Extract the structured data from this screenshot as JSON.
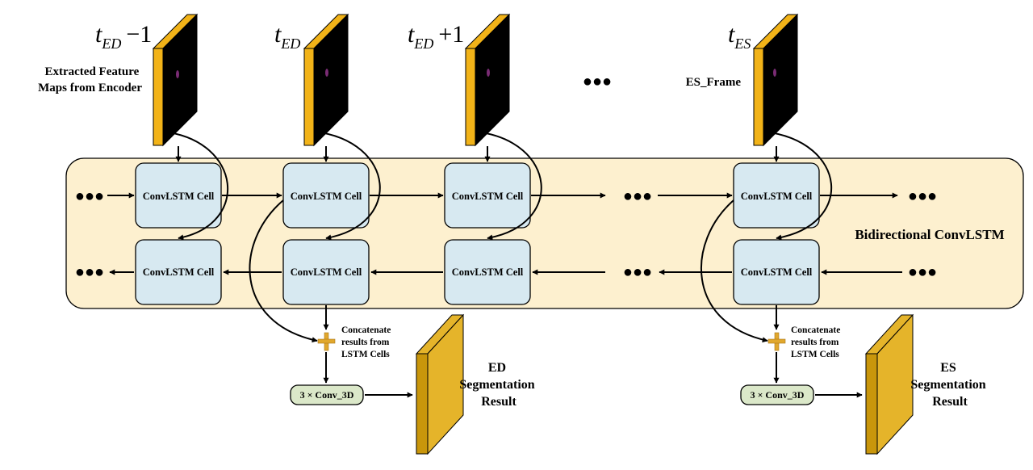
{
  "time_labels": {
    "ed_minus_1": {
      "base": "t",
      "sub": "ED",
      "suffix": "−1"
    },
    "ed": {
      "base": "t",
      "sub": "ED",
      "suffix": ""
    },
    "ed_plus_1": {
      "base": "t",
      "sub": "ED",
      "suffix": "+1"
    },
    "es": {
      "base": "t",
      "sub": "ES",
      "suffix": ""
    }
  },
  "feature_label": {
    "line1": "Extracted Feature",
    "line2": "Maps from Encoder"
  },
  "es_frame_label": "ES_Frame",
  "ellipsis": "●●●",
  "cell_label": "ConvLSTM Cell",
  "bidirectional_label": "Bidirectional ConvLSTM",
  "concat_label": {
    "line1": "Concatenate",
    "line2": "results from",
    "line3": "LSTM Cells"
  },
  "conv_label": "3 × Conv_3D",
  "ed_result": {
    "line1": "ED",
    "line2": "Segmentation",
    "line3": "Result"
  },
  "es_result": {
    "line1": "ES",
    "line2": "Segmentation",
    "line3": "Result"
  },
  "colors": {
    "band": "#fdf0cf",
    "cell": "#d7e9f1",
    "conv": "#dbe8c9",
    "frame_edge": "#f2b318",
    "frame_face": "#000000",
    "frame_dot": "#7a2c74",
    "result_face": "#c9960b",
    "result_edge": "#e5b42a",
    "plus": "#e1a82d"
  }
}
